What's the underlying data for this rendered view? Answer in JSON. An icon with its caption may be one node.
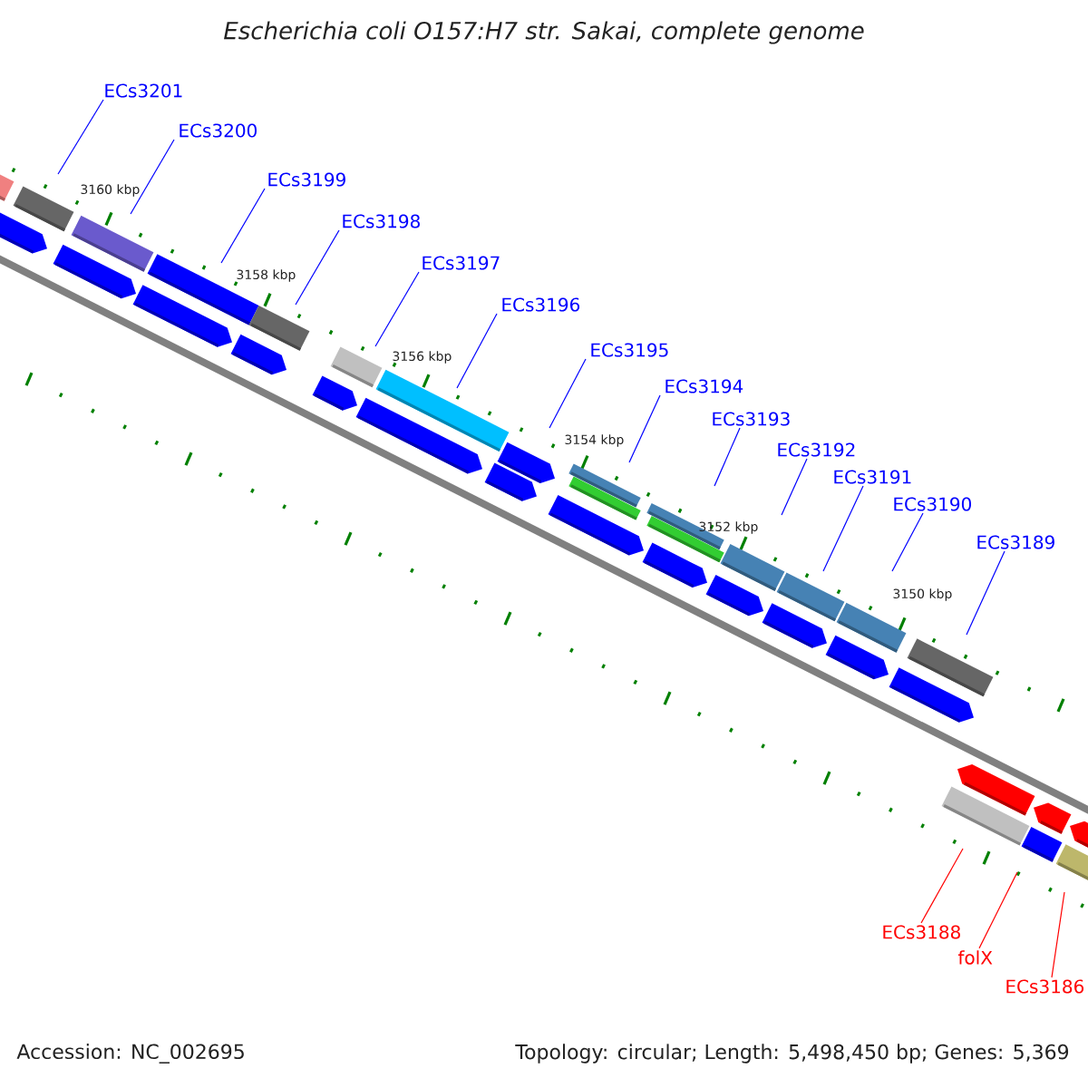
{
  "diagram": {
    "title": "Escherichia coli O157:H7 str. Sakai, complete genome",
    "nodes": [
      {
        "text": [
          "ECs3201"
        ]
      },
      {
        "text": [
          "ECs3200"
        ]
      },
      {
        "text": [
          "ECs3199"
        ]
      },
      {
        "text": [
          "ECs3198"
        ]
      },
      {
        "text": [
          "ECs3197"
        ]
      },
      {
        "text": [
          "ECs3196"
        ]
      },
      {
        "text": [
          "ECs3195"
        ]
      },
      {
        "text": [
          "ECs3194"
        ]
      },
      {
        "text": [
          "ECs3193"
        ]
      },
      {
        "text": [
          "ECs3192"
        ]
      },
      {
        "text": [
          "ECs3191"
        ]
      },
      {
        "text": [
          "ECs3190"
        ]
      },
      {
        "text": [
          "ECs3189"
        ]
      },
      {
        "text": [
          "ECs3188"
        ]
      },
      {
        "text": [
          "folX"
        ]
      },
      {
        "text": [
          "ECs3186"
        ]
      }
    ],
    "edges": [
      {
        "from": 0,
        "to": null,
        "arrow": "none"
      },
      {
        "from": 1,
        "to": null,
        "arrow": "none"
      },
      {
        "from": 2,
        "to": null,
        "arrow": "none"
      },
      {
        "from": 3,
        "to": null,
        "arrow": "none"
      },
      {
        "from": 4,
        "to": null,
        "arrow": "none"
      },
      {
        "from": 5,
        "to": null,
        "arrow": "none"
      },
      {
        "from": 6,
        "to": null,
        "arrow": "none"
      },
      {
        "from": 7,
        "to": null,
        "arrow": "none"
      },
      {
        "from": 8,
        "to": null,
        "arrow": "none"
      },
      {
        "from": 9,
        "to": null,
        "arrow": "none"
      },
      {
        "from": 10,
        "to": null,
        "arrow": "none"
      },
      {
        "from": 11,
        "to": null,
        "arrow": "none"
      },
      {
        "from": 12,
        "to": null,
        "arrow": "none"
      },
      {
        "from": 13,
        "to": null,
        "arrow": "none",
        "color": "#ff0000"
      },
      {
        "from": 14,
        "to": null,
        "arrow": "none",
        "color": "#ff0000"
      },
      {
        "from": 15,
        "to": null,
        "arrow": "none",
        "color": "#ff0000"
      }
    ],
    "labels": [
      "3160 kbp",
      "3158 kbp",
      "3156 kbp",
      "3154 kbp",
      "3152 kbp",
      "3150 kbp",
      "Accession: NC_002695",
      "Topology: circular; Length: 5,498,450 bp; Genes: 5,369"
    ]
  }
}
